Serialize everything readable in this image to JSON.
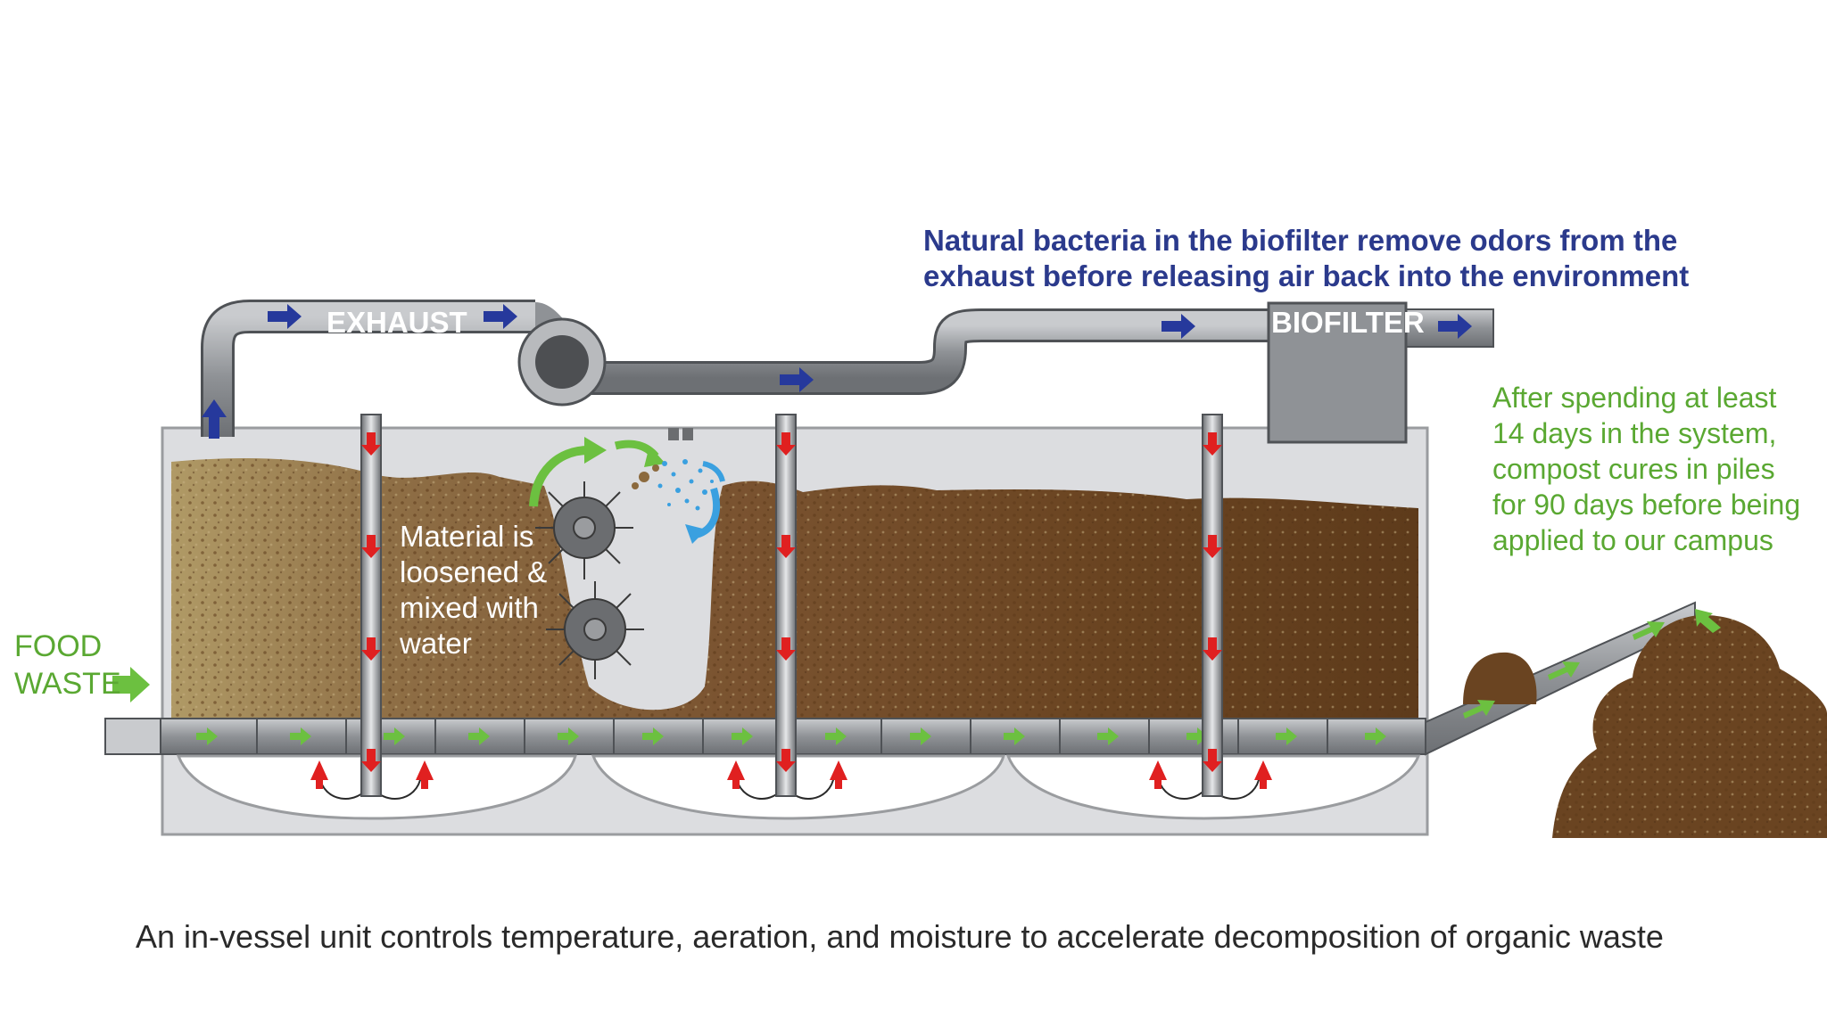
{
  "labels": {
    "exhaust": "EXHAUST",
    "biofilter": "BIOFILTER",
    "biofilter_note": "Natural bacteria in the biofilter remove odors from the\nexhaust before releasing air back into the environment",
    "food_waste": "FOOD\nWASTE",
    "mixing_note": "Material is\nloosened &\nmixed with\nwater",
    "curing_note": "After spending at least\n14 days in the system,\ncompost cures in piles\nfor 90 days before being\napplied to our campus",
    "caption": "An in-vessel unit controls temperature, aeration, and moisture to accelerate decomposition of organic waste"
  },
  "colors": {
    "navy_text": "#2b3a8c",
    "green_text": "#5aa832",
    "pipe_gray": "#8f9296",
    "vessel_bg": "#dcdde0",
    "compost_dark": "#5e3b1b",
    "compost_mid": "#7a5330",
    "compost_light": "#a98c5a",
    "air_arrow_red": "#e02020",
    "flow_arrow_blue": "#26399c",
    "flow_arrow_green": "#6cc040",
    "water_blue": "#3aa0e0"
  },
  "icons": [
    "exhaust-fan-icon",
    "mixer-wheel-icon",
    "water-spray-icon",
    "aeration-arrow-icon",
    "flow-arrow-icon"
  ]
}
